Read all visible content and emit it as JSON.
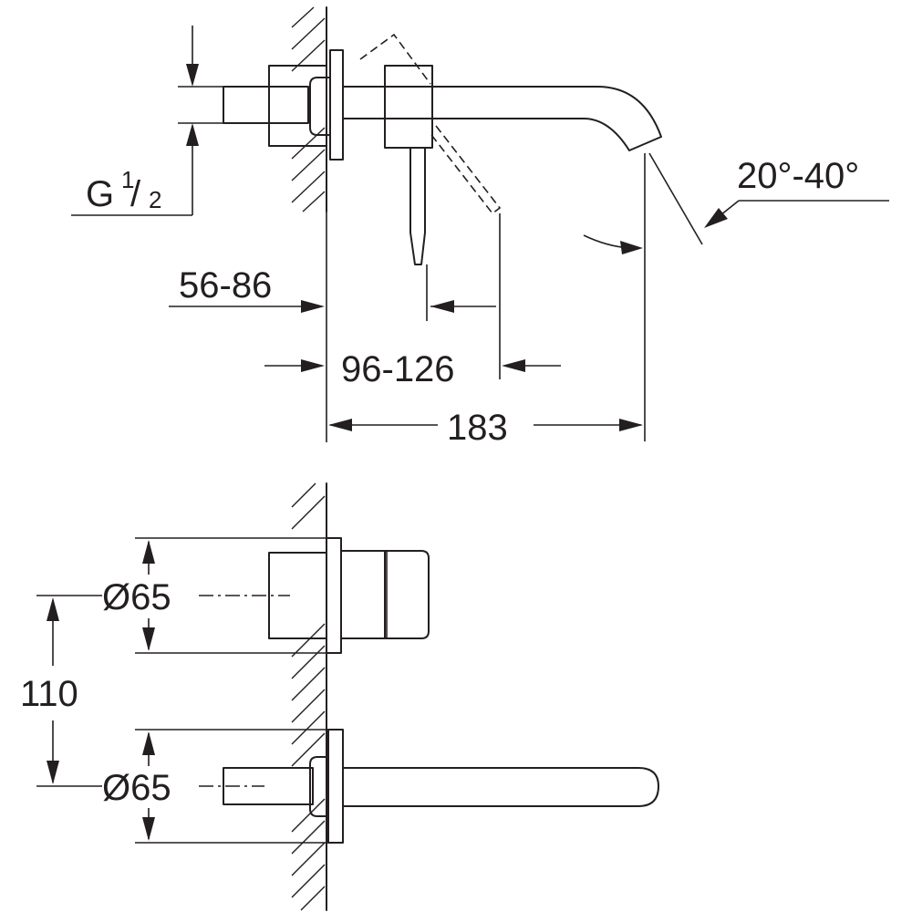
{
  "dimensions": {
    "thread_g": "G",
    "thread_num": "1",
    "thread_den": "2",
    "wall_depth": "56-86",
    "lever_depth": "96-126",
    "spout_length": "183",
    "angle": "20°-40°",
    "diameter_top": "Ø65",
    "diameter_bottom": "Ø65",
    "spacing": "110"
  }
}
